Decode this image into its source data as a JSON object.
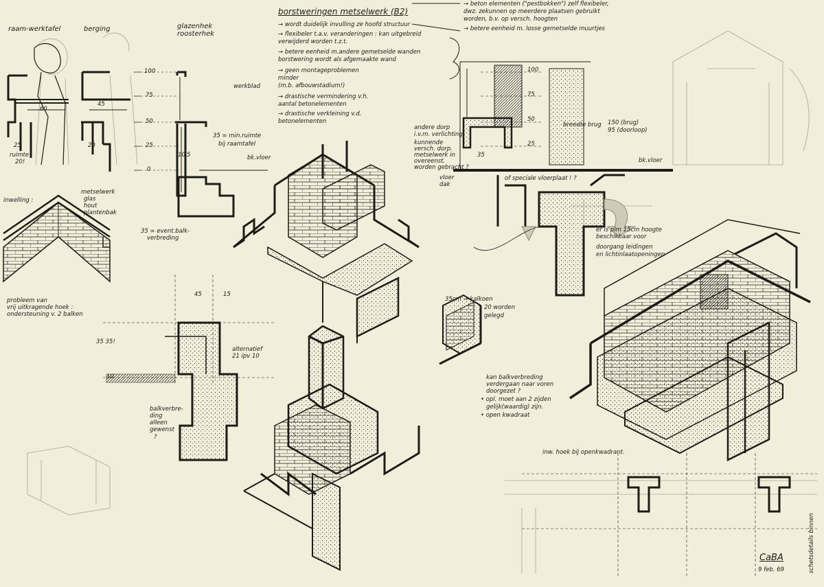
{
  "labels": {
    "raam_werktafel": "raam-werktafel",
    "berging": "berging",
    "glazenhek": "glazenhek",
    "roosterhek": "roosterhek",
    "werkblad": "werkblad",
    "min_ruimte": "35 = min.ruimte",
    "bij_raamtafel": "bij raamtafel",
    "bk_vloer_1": "bk.vloer",
    "ruimte_20": "ruimte",
    "ruimte_20b": "20!",
    "dim_60": "60",
    "dim_45": "45",
    "dim_25": "25",
    "dim_20": "20",
    "dim_10": "10",
    "dim_5": "5",
    "eventuele_balk": "35 = event.balk-",
    "verbreding": "verbreding",
    "inwelling": "inwelling :",
    "metselwerk": "metselwerk",
    "glas": "glas",
    "hout": "hout",
    "plantenbak": "plantenbak",
    "probleem_1": "probleem van",
    "probleem_2": "vrij uitkragende hoek :",
    "probleem_3": "ondersteuning v. 2 balken",
    "dim_45b": "45",
    "dim_15": "15",
    "dim_35": "35 35!",
    "dim_10b": "10",
    "alternatief_1": "alternatief",
    "alternatief_2": "21 ipv 10",
    "balkverbreding_1": "balkverbre-",
    "balkverbreding_2": "ding",
    "balkverbreding_3": "alleen",
    "balkverbreding_4": "gewenst",
    "balkverbreding_5": "?"
  },
  "notes": {
    "title": "borstweringen metselwerk (B2)",
    "items": [
      "→ wordt duidelijk invulling ze hoofd structuur",
      "→ flexibeler t.a.v. veranderingen : kan uitgebreid",
      "   verwijderd worden t.z.t.",
      "→ betere eenheid m.andere gemetselde wanden",
      "   borstwering wordt als afgemaakte wand",
      "→ geen montageproblemen",
      "   minder",
      "   (m.b. afbouwstadium!)",
      "→ drastische vermindering v.h.",
      "   aantal betonelementen",
      "→ drastische verkleining v.d.",
      "   betonelementen"
    ],
    "top_right": [
      "→ beton elementen (\"pestbokken\") zelf flexibeler,",
      "   dwz. zekunnen op meerdere plaatsen gebruikt",
      "   worden, b.v. op versch. hoogten",
      "→ betere eenheid m. losse gemetselde muurtjes"
    ]
  },
  "section_right": {
    "dim_100": "100",
    "dim_75": "75",
    "dim_50": "50",
    "dim_25": "25",
    "dim_35": "35",
    "breedte_brug": "breedte brug",
    "brug_val": "150 (brug)",
    "doorloop_val": "95 (doorloop)",
    "bk_vloer": "bk.vloer",
    "andere_dorp_1": "andere dorp",
    "andere_dorp_2": "i.v.m. verlichting",
    "andere_dorp_3": "kunnende",
    "andere_dorp_4": "versch. dorp.",
    "andere_dorp_5": "metselwerk in",
    "andere_dorp_6": "overeenst.",
    "andere_dorp_7": "worden gebracht ?",
    "vloer_dak_1": "vloer",
    "vloer_dak_2": "dak",
    "speciale": "of speciale vloerplaat ! ?",
    "plm_1": "er is plm 15cm hoogte",
    "plm_2": "beschikbaar voor",
    "plm_3": "doorgang leidingen",
    "plm_4": "en lichtinlaatopeningen"
  },
  "scale_left": {
    "t100": "100",
    "t75": "75",
    "t50": "50",
    "t25": "25",
    "t0": "0"
  },
  "kalkoen": {
    "l1": "35cm → kalkoen",
    "l2": "20 worden",
    "l3": "gelegd"
  },
  "balkverbreding_note": {
    "l1": "kan balkverbreding",
    "l2": "verdergaan naar voren",
    "l3": "doorgezet ?",
    "l4": "• opl. moet aan 2 zijden",
    "l5": "gelijk(waardig) zijn.",
    "l6": "• open kwadraat"
  },
  "inw_hoek": "inw. hoek bij openkwadrant.",
  "vertical_note": "schetsdetails binnen",
  "signature": "CaBA",
  "date": "9 feb. 69",
  "colors": {
    "paper": "#f1eedc",
    "ink": "#1d1b16",
    "pencil": "#a9a593"
  }
}
